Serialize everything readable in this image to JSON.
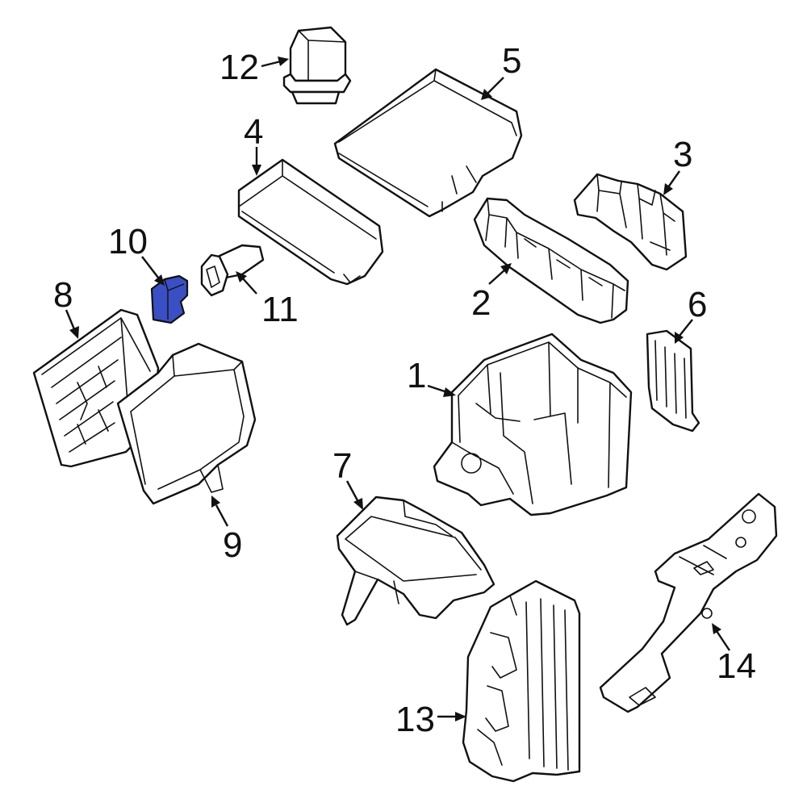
{
  "callouts": [
    {
      "id": "1",
      "label": "1"
    },
    {
      "id": "2",
      "label": "2"
    },
    {
      "id": "3",
      "label": "3"
    },
    {
      "id": "4",
      "label": "4"
    },
    {
      "id": "5",
      "label": "5"
    },
    {
      "id": "6",
      "label": "6"
    },
    {
      "id": "7",
      "label": "7"
    },
    {
      "id": "8",
      "label": "8"
    },
    {
      "id": "9",
      "label": "9"
    },
    {
      "id": "10",
      "label": "10"
    },
    {
      "id": "11",
      "label": "11"
    },
    {
      "id": "12",
      "label": "12"
    },
    {
      "id": "13",
      "label": "13"
    },
    {
      "id": "14",
      "label": "14"
    }
  ],
  "colors": {
    "line": "#111111",
    "background": "#ffffff",
    "highlight": "#3b4fc4"
  },
  "highlighted_part": "10"
}
